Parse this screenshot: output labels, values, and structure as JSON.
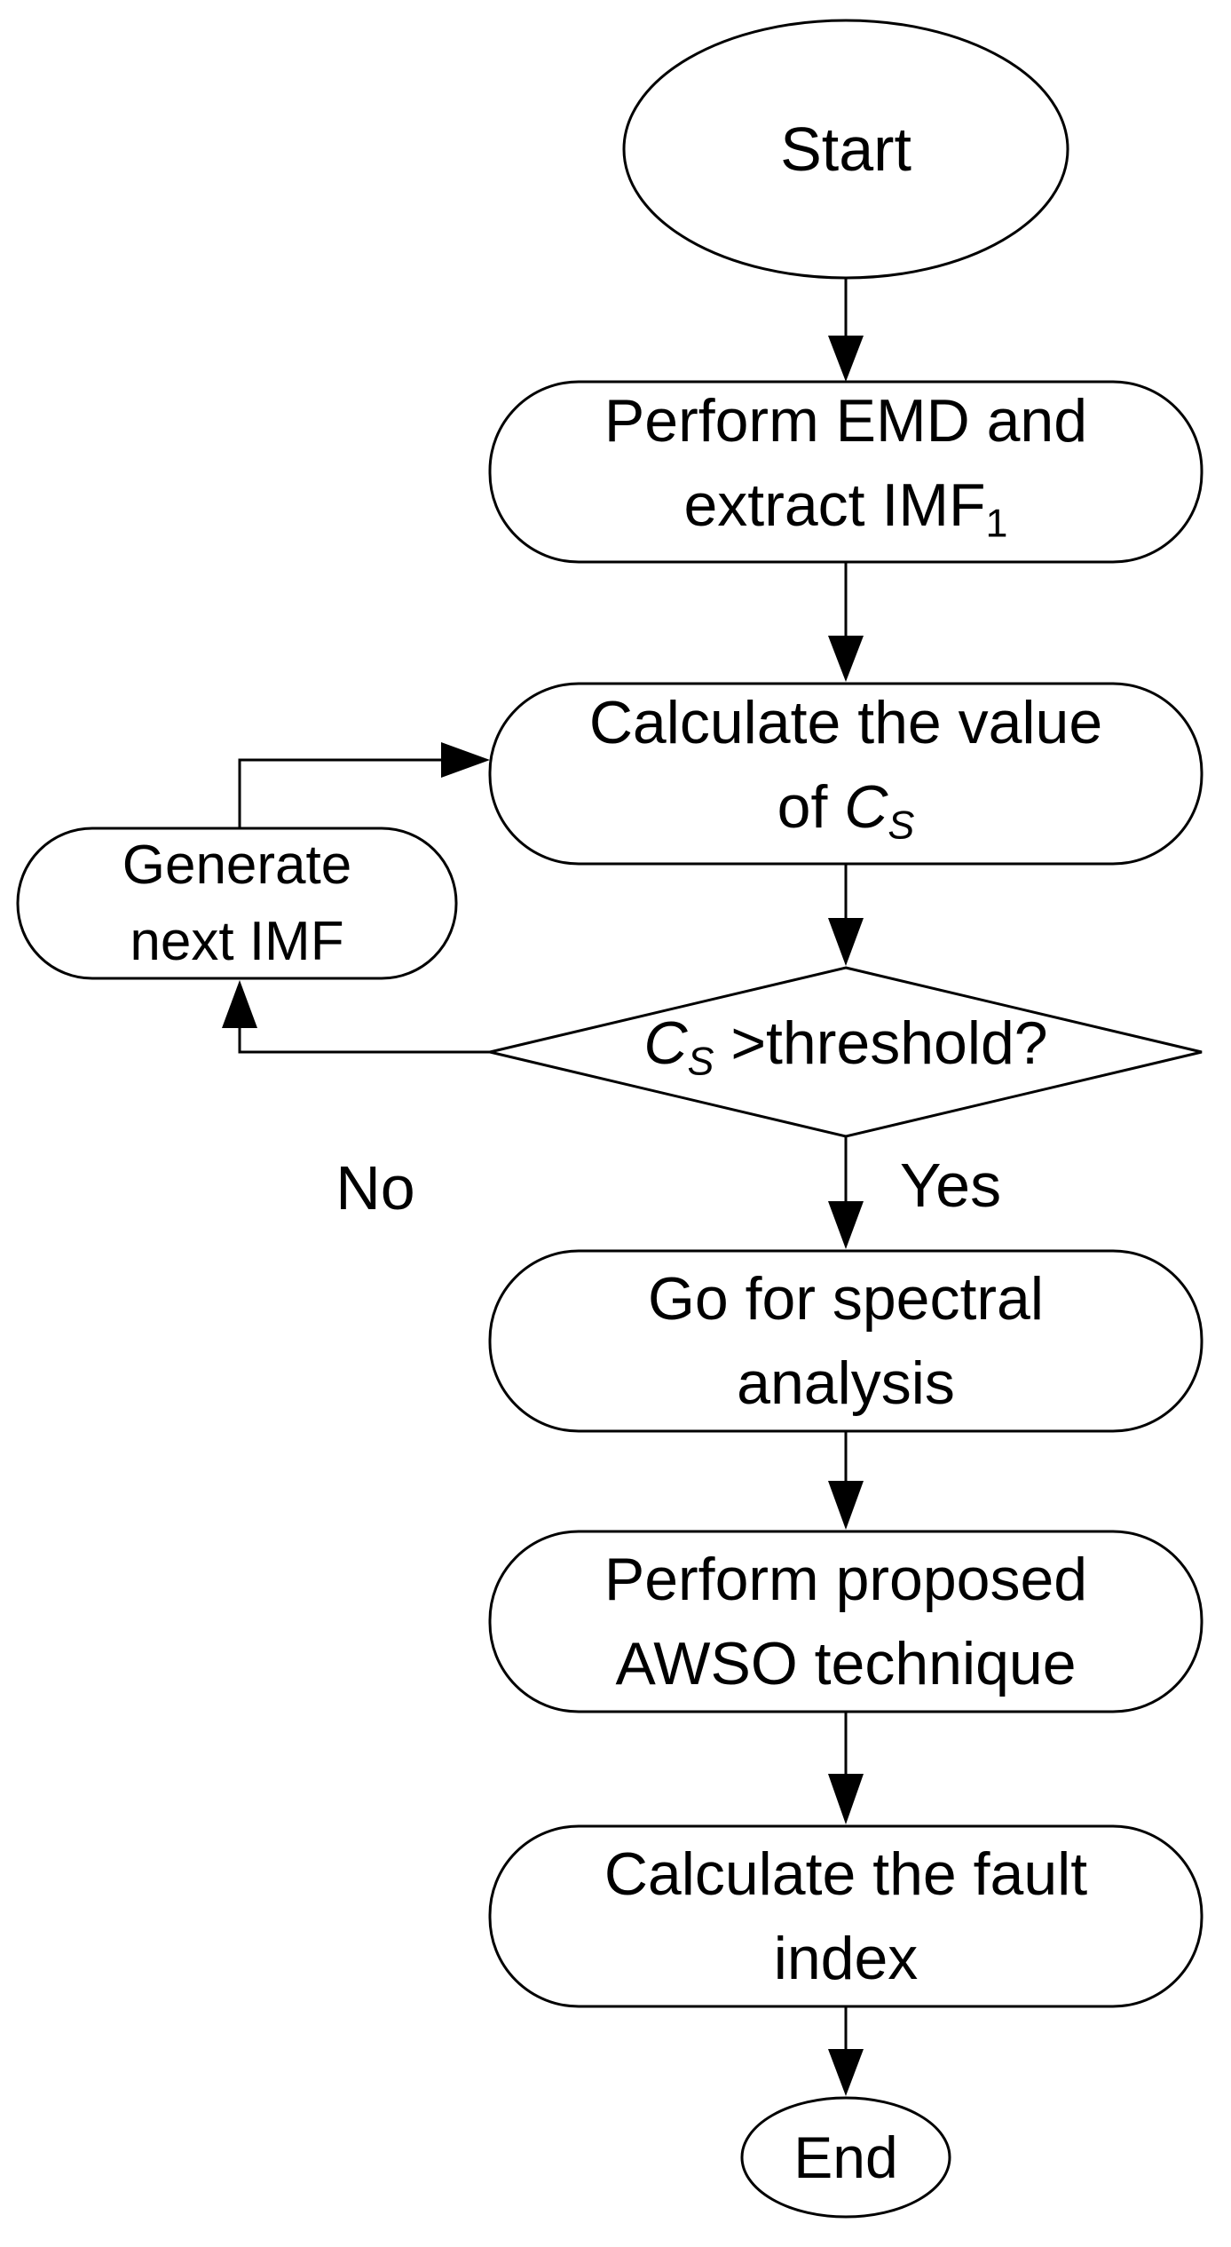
{
  "diagram": {
    "type": "flowchart",
    "colors": {
      "stroke": "#000000",
      "background": "#ffffff",
      "text": "#000000"
    },
    "nodes": {
      "start": {
        "shape": "ellipse",
        "label": "Start"
      },
      "emd": {
        "shape": "rounded-rect",
        "line1": "Perform EMD and",
        "line2_text": "extract IMF",
        "line2_sub": "1"
      },
      "cs": {
        "shape": "rounded-rect",
        "line1": "Calculate the value",
        "line2_pre": "of ",
        "line2_var": "C",
        "line2_var_sub": "S"
      },
      "decision": {
        "shape": "diamond",
        "var": "C",
        "var_sub": "S",
        "rest": " >threshold?"
      },
      "generate": {
        "shape": "rounded-rect",
        "line1": "Generate",
        "line2": "next IMF"
      },
      "spectral": {
        "shape": "rounded-rect",
        "line1": "Go for spectral",
        "line2": "analysis"
      },
      "awso": {
        "shape": "rounded-rect",
        "line1": "Perform proposed",
        "line2": "AWSO technique"
      },
      "fault": {
        "shape": "rounded-rect",
        "line1": "Calculate the fault",
        "line2": "index"
      },
      "end": {
        "shape": "ellipse",
        "label": "End"
      }
    },
    "edges": {
      "yes_label": "Yes",
      "no_label": "No",
      "flow": [
        "start -> emd",
        "emd -> cs",
        "cs -> decision",
        "decision -Yes-> spectral",
        "decision -No-> generate",
        "generate -> cs",
        "spectral -> awso",
        "awso -> fault",
        "fault -> end"
      ]
    }
  }
}
